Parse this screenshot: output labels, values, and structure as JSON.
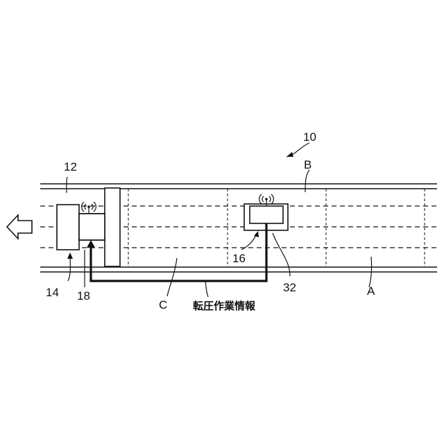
{
  "labels": {
    "system": "10",
    "roller": "12",
    "paver": "14",
    "terminal": "16",
    "receiver": "18",
    "sensor": "32",
    "lane_a": "A",
    "lane_b": "B",
    "lane_c": "C",
    "info": "転圧作業情報"
  },
  "icons": {
    "direction": "arrow-left-icon",
    "antenna": "wireless-antenna-icon"
  }
}
